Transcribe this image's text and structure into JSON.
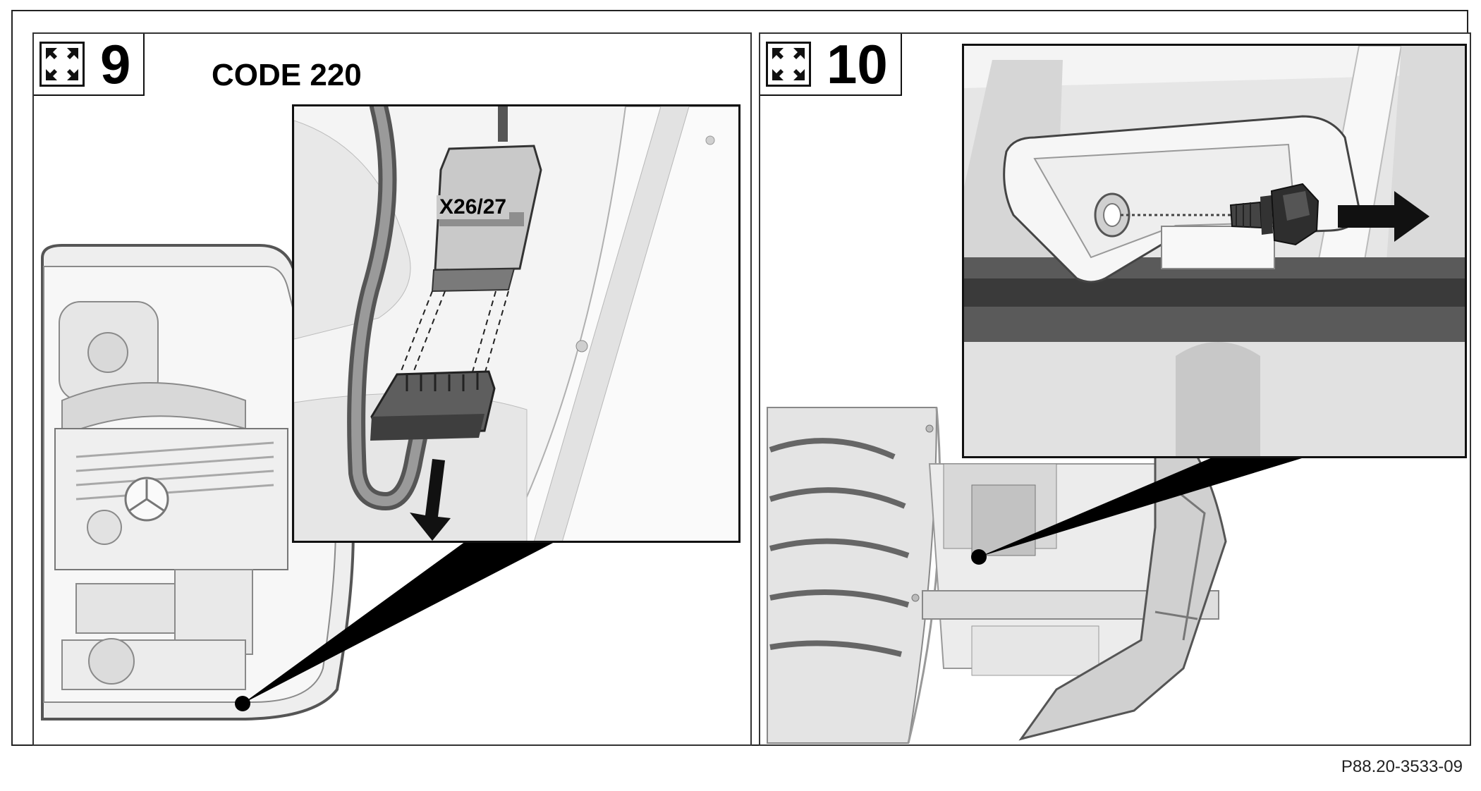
{
  "panels": [
    {
      "step_number": "9",
      "code_label": "CODE  220",
      "connector_label": "X26/27",
      "icon": "expand-arrows-icon"
    },
    {
      "step_number": "10",
      "icon": "expand-arrows-icon"
    }
  ],
  "reference_code": "P88.20-3533-09",
  "colors": {
    "ink": "#111111",
    "line": "#8a8a8a",
    "fill_light": "#f2f2f2",
    "fill_mid": "#d4d4d4",
    "fill_dark": "#6e6e6e"
  }
}
